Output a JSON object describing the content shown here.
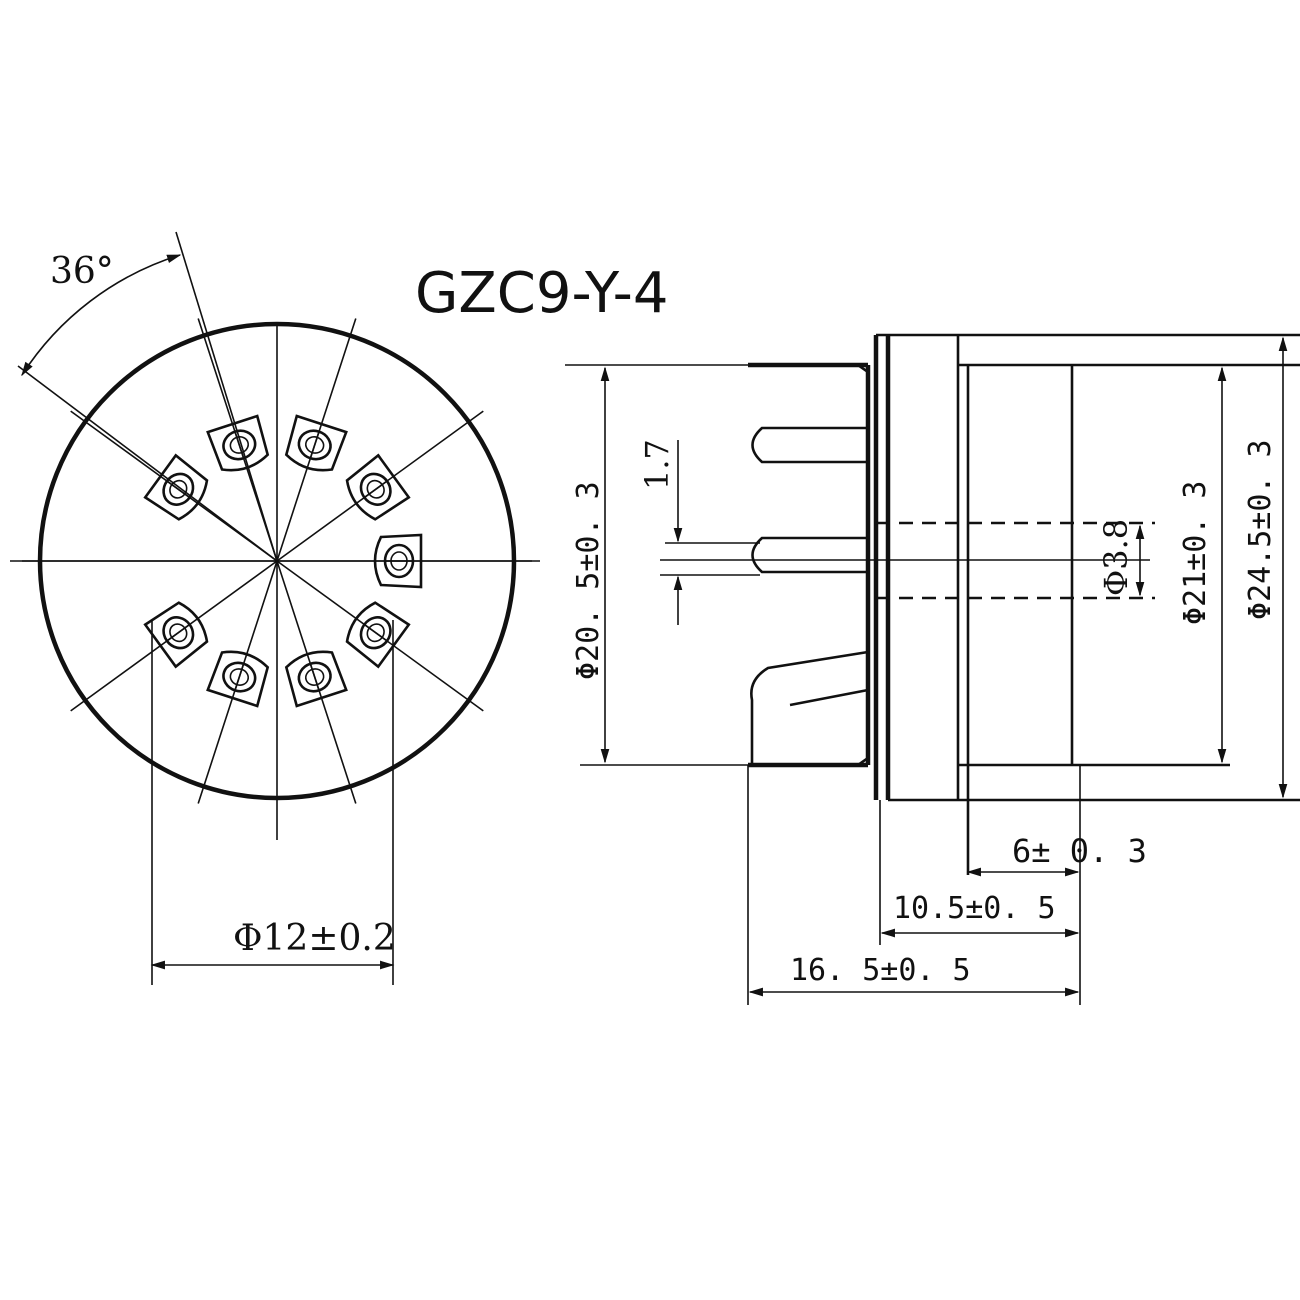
{
  "title": "GZC9-Y-4",
  "front_view": {
    "angle_label": "36°",
    "pin_count": 9,
    "pin_circle_dim": "Φ12±0.2"
  },
  "side_view": {
    "dim_body_dia": "Φ20. 5±0. 3",
    "dim_pin_width": "1.7",
    "dim_center_hole": "Φ3.8",
    "dim_inner_dia": "Φ21±0. 3",
    "dim_outer_dia": "Φ24.5±0. 3",
    "dim_len_6": "6± 0. 3",
    "dim_len_10_5": "10.5±0. 5",
    "dim_len_16_5": "16. 5±0. 5"
  },
  "colors": {
    "ink": "#111111",
    "paper": "#ffffff"
  }
}
